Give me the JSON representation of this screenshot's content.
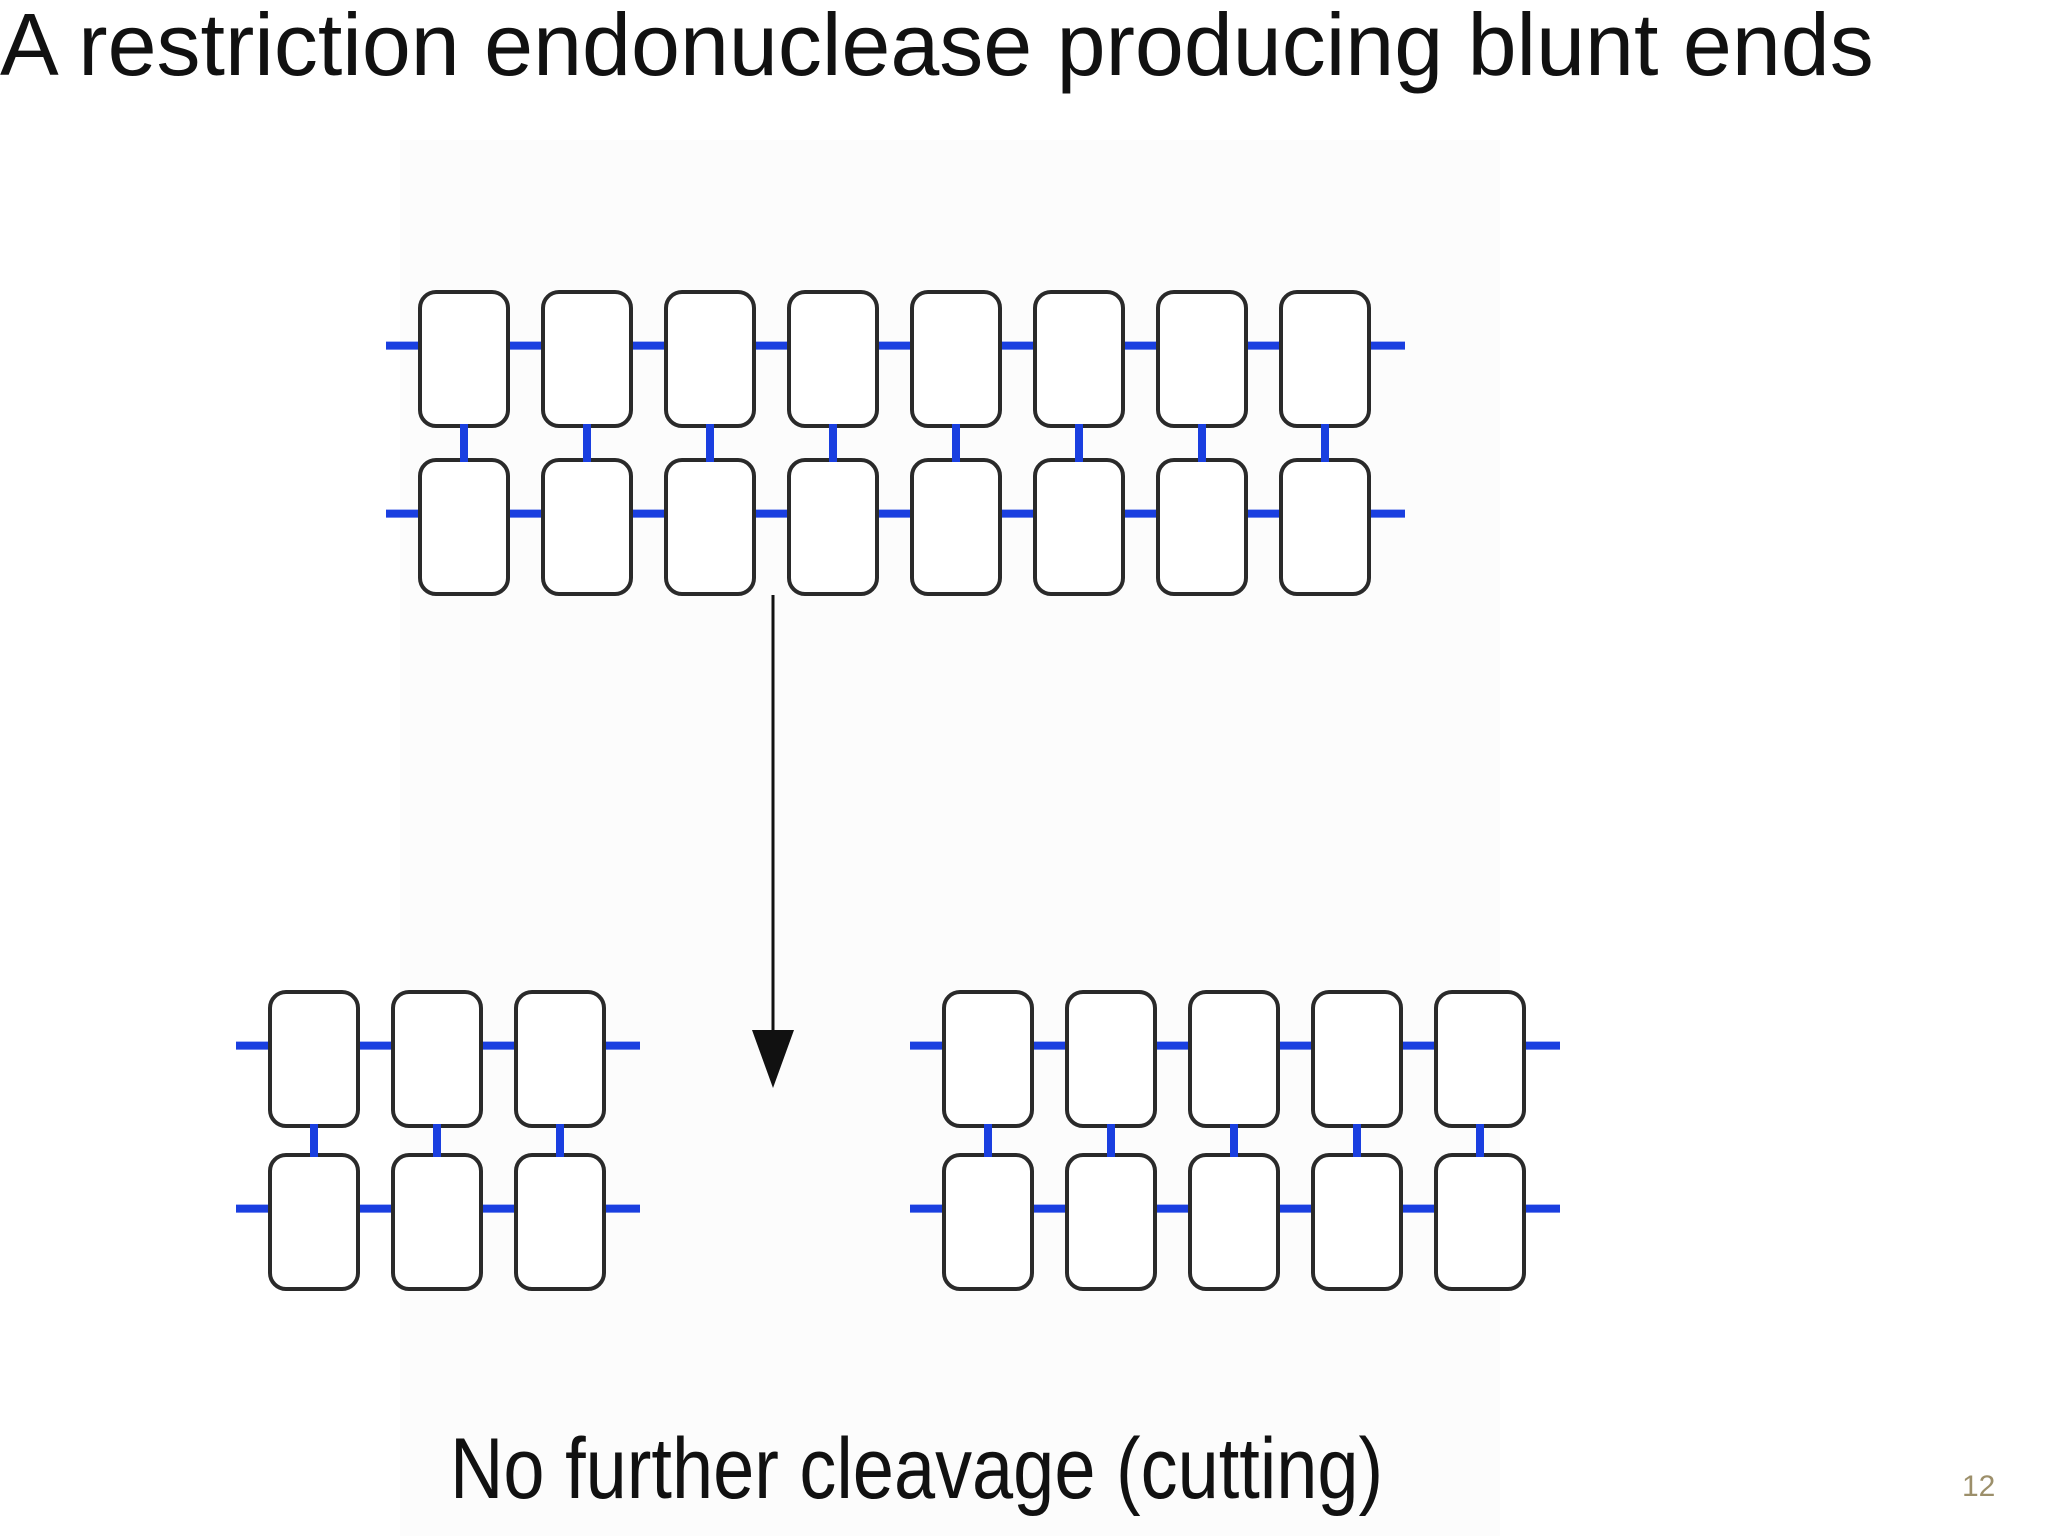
{
  "slide": {
    "title": "A restriction endonuclease producing blunt ends",
    "caption": "No further cleavage (cutting)",
    "slide_number": "12"
  },
  "diagram": {
    "strand_color": "#1a3fe0",
    "box_stroke_color": "#2a2a2a",
    "arrow_color": "#111111",
    "molecules": [
      {
        "name": "uncut-dna-molecule",
        "base_pairs": 8
      },
      {
        "name": "left-fragment",
        "base_pairs": 3
      },
      {
        "name": "right-fragment",
        "base_pairs": 5
      }
    ]
  }
}
